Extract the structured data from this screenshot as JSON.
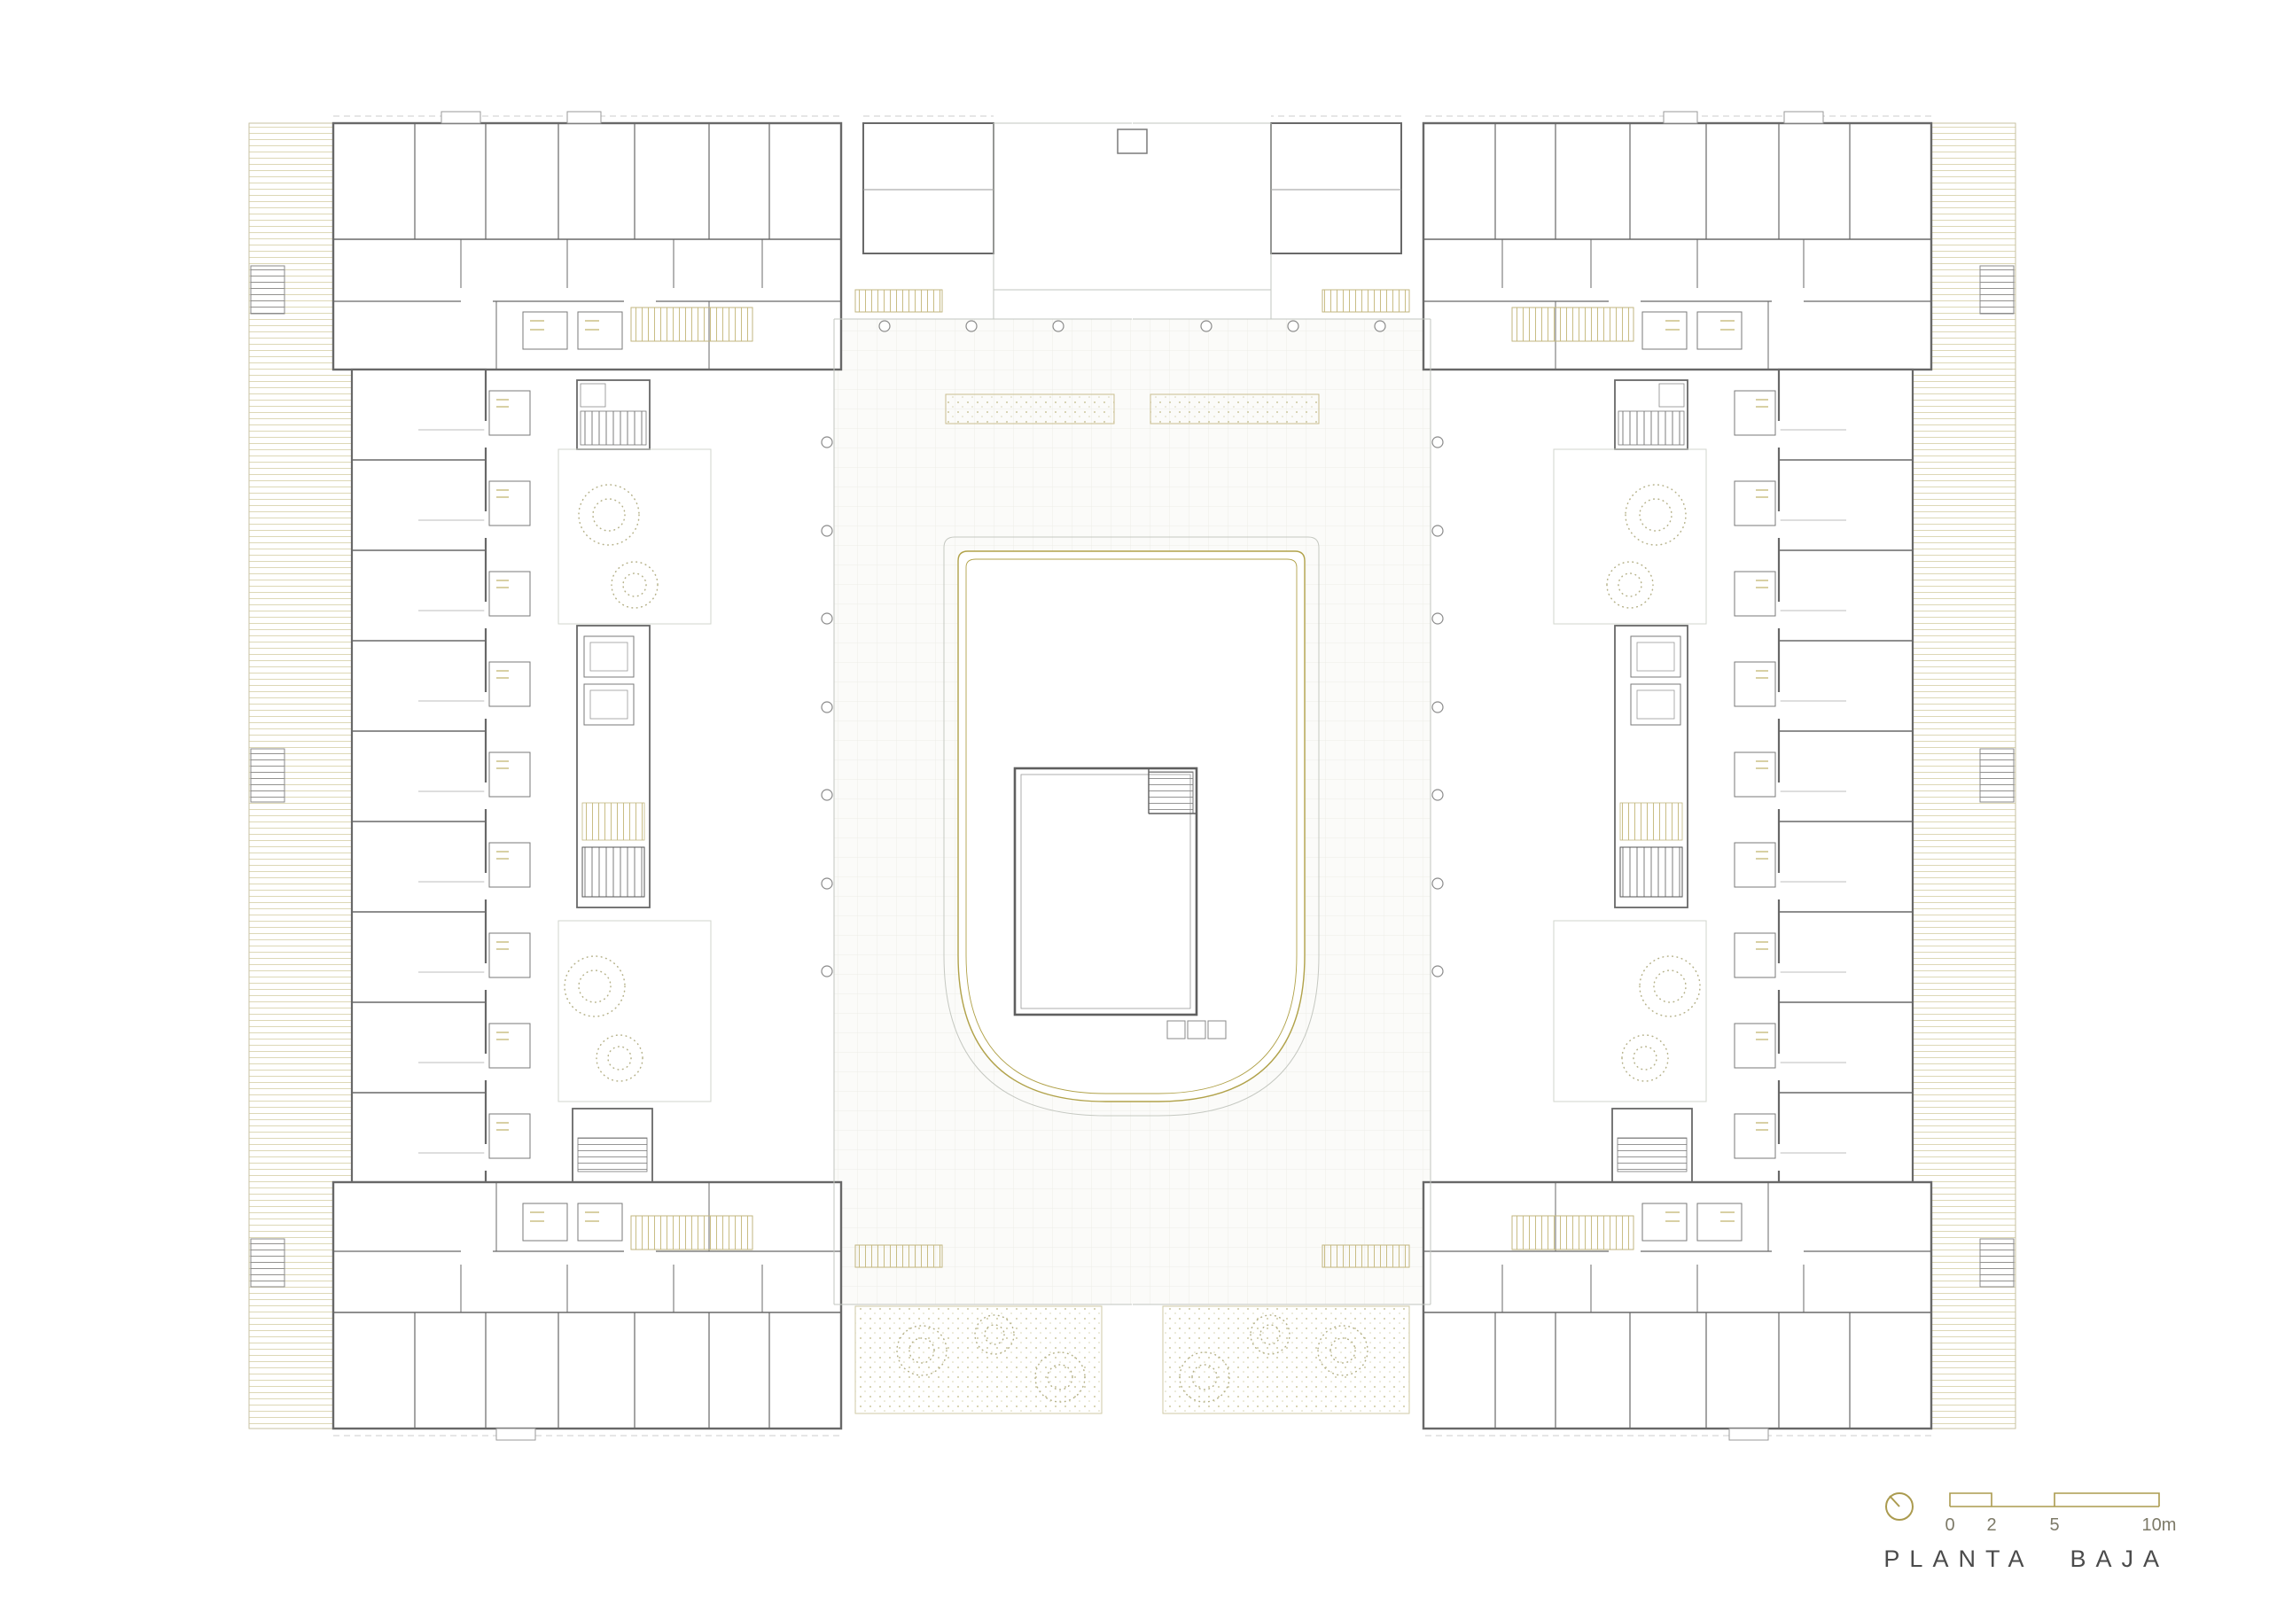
{
  "plan": {
    "title": "PLANTA BAJA",
    "scale_bar": {
      "labels": [
        "0",
        "2",
        "5",
        "10m"
      ]
    },
    "colors": {
      "background": "#ffffff",
      "wall": "#686868",
      "light_line": "#c2c6bf",
      "accent": "#ab9b4f",
      "hatch": "#d8d3ae",
      "vegetation_dot": "#cdc8a0",
      "paving_grid": "#eceee8"
    }
  }
}
